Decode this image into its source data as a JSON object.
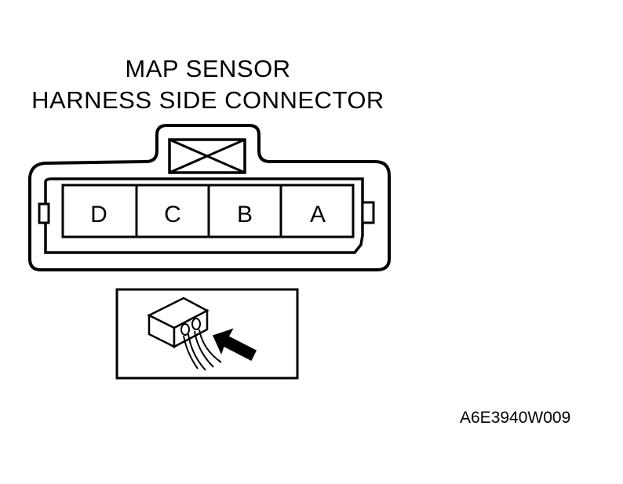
{
  "title": {
    "line1": "MAP SENSOR",
    "line2": "HARNESS SIDE CONNECTOR"
  },
  "connector": {
    "pins": [
      "D",
      "C",
      "B",
      "A"
    ]
  },
  "figure_code": "A6E3940W009"
}
